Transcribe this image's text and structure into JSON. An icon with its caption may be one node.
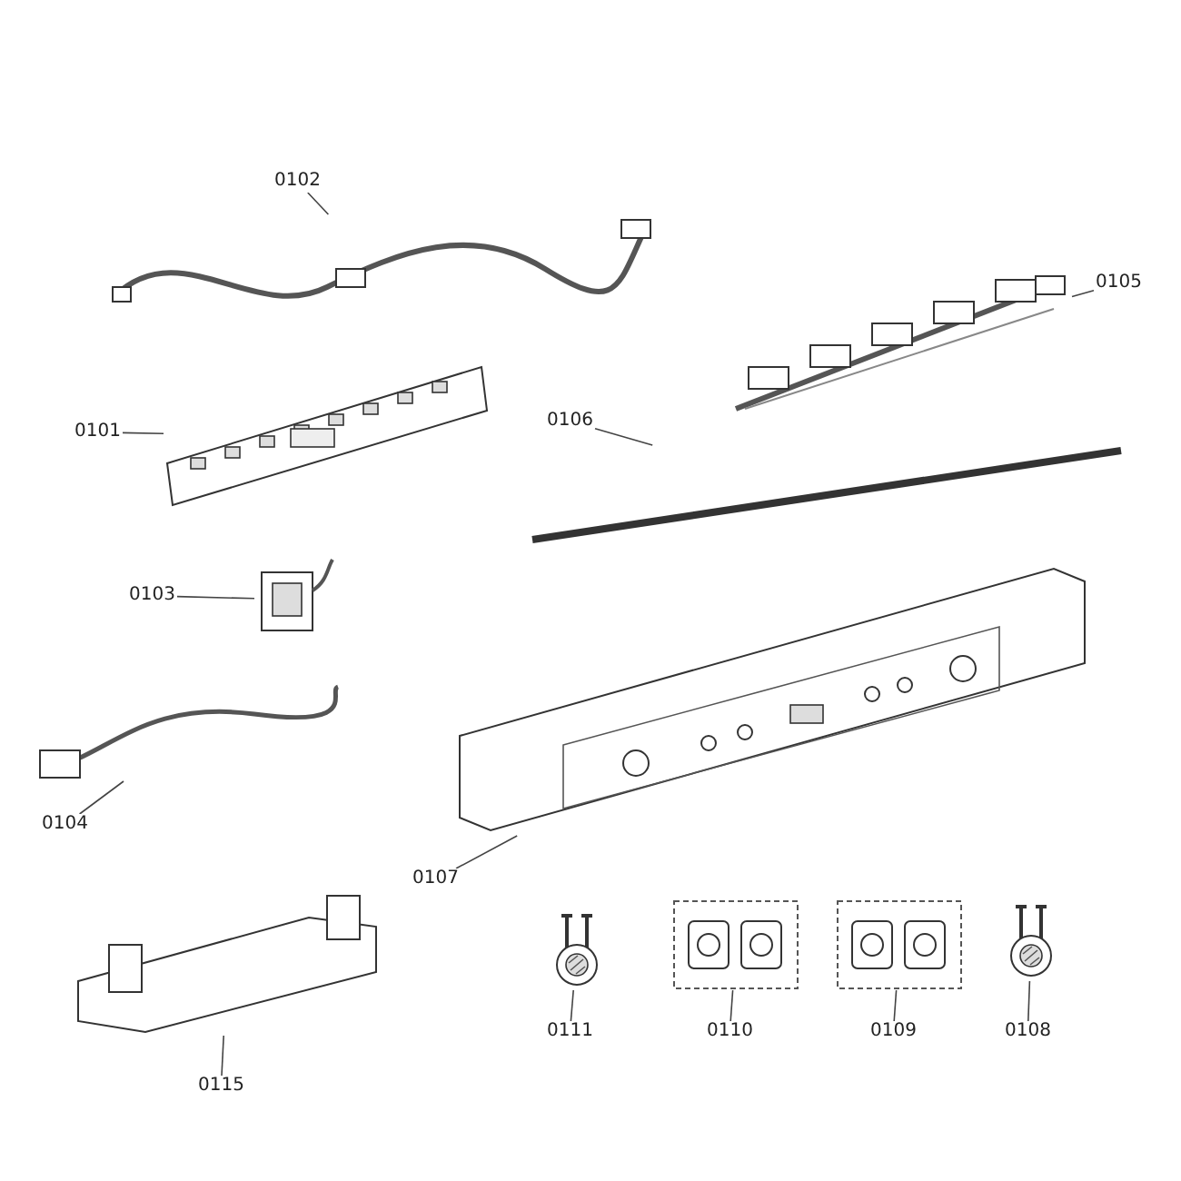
{
  "diagram": {
    "nodes": [
      {
        "text": [
          "0102"
        ]
      },
      {
        "text": [],
        "shape": "picture"
      },
      {
        "text": [
          "0101"
        ]
      },
      {
        "text": [],
        "shape": "picture"
      },
      {
        "text": [
          "0105"
        ]
      },
      {
        "text": [],
        "shape": "picture"
      },
      {
        "text": [
          "0106"
        ]
      },
      {
        "text": [],
        "shape": "picture"
      },
      {
        "text": [
          "0104"
        ]
      },
      {
        "text": [],
        "shape": "picture"
      },
      {
        "text": [
          "0103"
        ]
      },
      {
        "text": [],
        "shape": "picture"
      },
      {
        "text": [
          "0107"
        ]
      },
      {
        "text": [],
        "shape": "picture"
      },
      {
        "text": [
          "0111"
        ]
      },
      {
        "text": [],
        "shape": "picture"
      },
      {
        "text": [
          "0110"
        ]
      },
      {
        "text": [],
        "shape": "picture"
      },
      {
        "text": [
          "0109"
        ]
      },
      {
        "text": [],
        "shape": "picture"
      },
      {
        "text": [
          "0108"
        ]
      },
      {
        "text": [],
        "shape": "picture"
      },
      {
        "text": [
          "0115"
        ]
      },
      {
        "text": [],
        "shape": "picture"
      }
    ],
    "edges": [
      {
        "from": 0,
        "to": 1,
        "arrow": "none"
      },
      {
        "from": 2,
        "to": 3,
        "arrow": "none"
      },
      {
        "from": 4,
        "to": 5,
        "arrow": "none"
      },
      {
        "from": 6,
        "to": 7,
        "arrow": "none"
      },
      {
        "from": 8,
        "to": 9,
        "arrow": "none"
      },
      {
        "from": 10,
        "to": 11,
        "arrow": "none"
      },
      {
        "from": 12,
        "to": 13,
        "arrow": "none"
      },
      {
        "from": 14,
        "to": 15,
        "arrow": "none"
      },
      {
        "from": 16,
        "to": 17,
        "arrow": "none"
      },
      {
        "from": 18,
        "to": 19,
        "arrow": "none"
      },
      {
        "from": 20,
        "to": 21,
        "arrow": "none"
      },
      {
        "from": 22,
        "to": 23,
        "arrow": "none"
      }
    ]
  }
}
